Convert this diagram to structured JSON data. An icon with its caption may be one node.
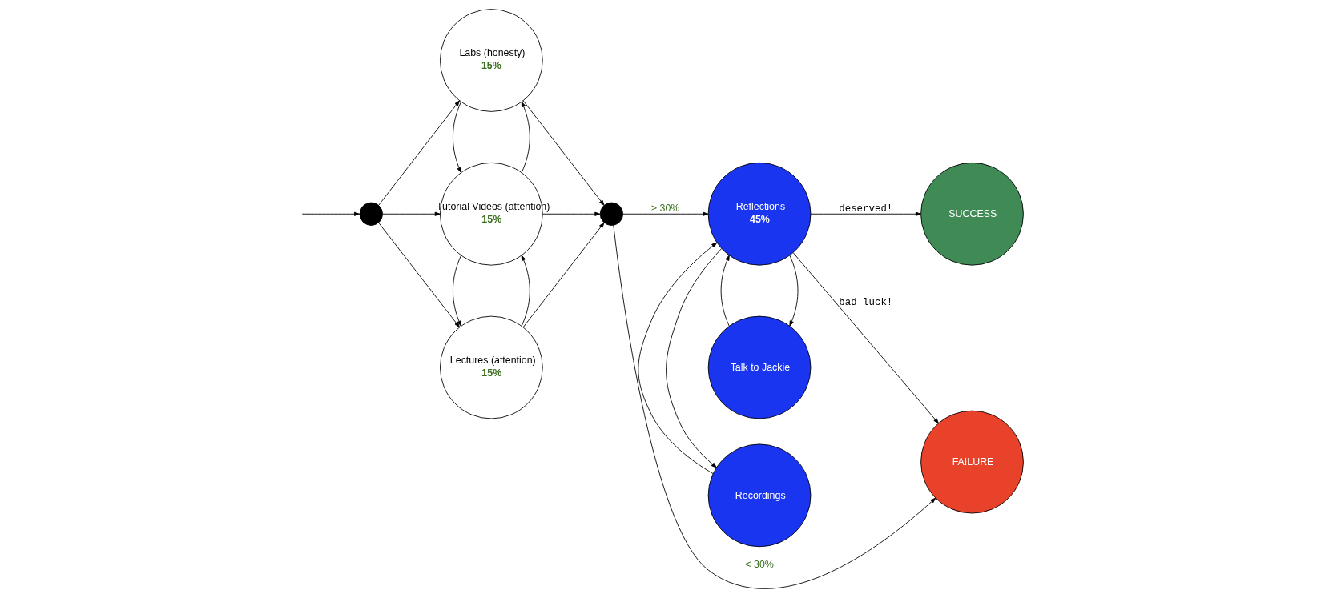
{
  "diagram": {
    "nodes": [
      {
        "text": [],
        "shape": "circle"
      },
      {
        "text": [
          "Lectures (attention)",
          "15%"
        ]
      },
      {
        "text": [
          "Tutorial Videos (attention)",
          "15%"
        ]
      },
      {
        "text": [
          "Labs (honesty)",
          "15%"
        ]
      },
      {
        "text": [],
        "shape": "circle"
      },
      {
        "text": [
          "Recordings"
        ]
      },
      {
        "text": [
          "Reflections",
          "45%"
        ]
      },
      {
        "text": [
          "Talk to Jackie"
        ]
      },
      {
        "text": [
          "SUCCESS"
        ]
      },
      {
        "text": [
          "FAILURE"
        ]
      }
    ],
    "edges": [
      {
        "from": null,
        "to": 0,
        "arrow": "to"
      },
      {
        "from": 0,
        "to": 1,
        "arrow": "to"
      },
      {
        "from": 0,
        "to": 2,
        "arrow": "to"
      },
      {
        "from": 0,
        "to": 3,
        "arrow": "to"
      },
      {
        "from": 1,
        "to": 2,
        "arrow": "to"
      },
      {
        "from": 2,
        "to": 1,
        "arrow": "to"
      },
      {
        "from": 2,
        "to": 3,
        "arrow": "to"
      },
      {
        "from": 3,
        "to": 2,
        "arrow": "to"
      },
      {
        "from": 1,
        "to": 4,
        "arrow": "to"
      },
      {
        "from": 2,
        "to": 4,
        "arrow": "to"
      },
      {
        "from": 3,
        "to": 4,
        "arrow": "to"
      },
      {
        "from": 4,
        "to": 6,
        "arrow": "to",
        "label": "≥ 30%"
      },
      {
        "from": 4,
        "to": 9,
        "arrow": "to",
        "label": "< 30%"
      },
      {
        "from": 6,
        "to": 5,
        "arrow": "to"
      },
      {
        "from": 5,
        "to": 6,
        "arrow": "to"
      },
      {
        "from": 6,
        "to": 7,
        "arrow": "to"
      },
      {
        "from": 7,
        "to": 6,
        "arrow": "to"
      },
      {
        "from": 6,
        "to": 8,
        "arrow": "to",
        "label": "deserved!"
      },
      {
        "from": 6,
        "to": 9,
        "arrow": "to",
        "label": "bad luck!"
      }
    ]
  }
}
